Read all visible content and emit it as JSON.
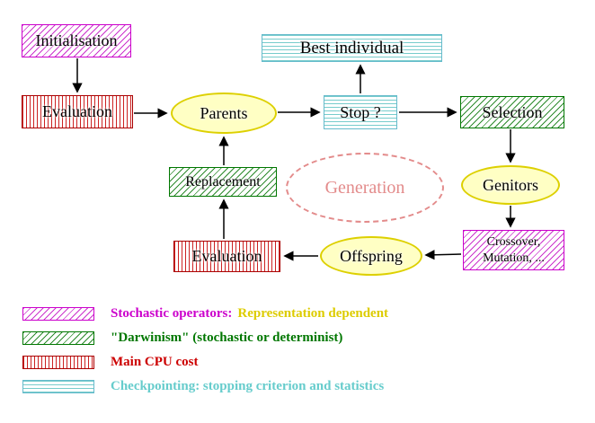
{
  "title": "Evolutionary algorithm flow diagram",
  "nodes": {
    "initialisation": {
      "label": "Initialisation"
    },
    "evaluation_top": {
      "label": "Evaluation"
    },
    "parents": {
      "label": "Parents"
    },
    "stop": {
      "label": "Stop ?"
    },
    "best_individual": {
      "label": "Best individual"
    },
    "selection": {
      "label": "Selection"
    },
    "replacement": {
      "label": "Replacement"
    },
    "generation": {
      "label": "Generation"
    },
    "genitors": {
      "label": "Genitors"
    },
    "crossover": {
      "line1": "Crossover,",
      "line2": "Mutation, ..."
    },
    "offspring": {
      "label": "Offspring"
    },
    "evaluation_bottom": {
      "label": "Evaluation"
    }
  },
  "legend": {
    "items": [
      {
        "swatch": "magenta-hatch",
        "label": "Stochastic operators:",
        "label2": "Representation dependent"
      },
      {
        "swatch": "green-hatch",
        "label": "\"Darwinism\" (stochastic or determinist)"
      },
      {
        "swatch": "red-stripes",
        "label": "Main CPU cost"
      },
      {
        "swatch": "cyan-stripes",
        "label": "Checkpointing: stopping criterion and statistics"
      }
    ]
  },
  "colors": {
    "magenta": "#cc00cc",
    "green": "#007700",
    "red": "#cc0000",
    "cyan": "#66cccc",
    "yellow": "#ddcc00",
    "ellipse_fill": "#ffffc4",
    "ellipse_border": "#ddd000",
    "generation_pink": "#e38b8b",
    "arrow": "#000000"
  }
}
